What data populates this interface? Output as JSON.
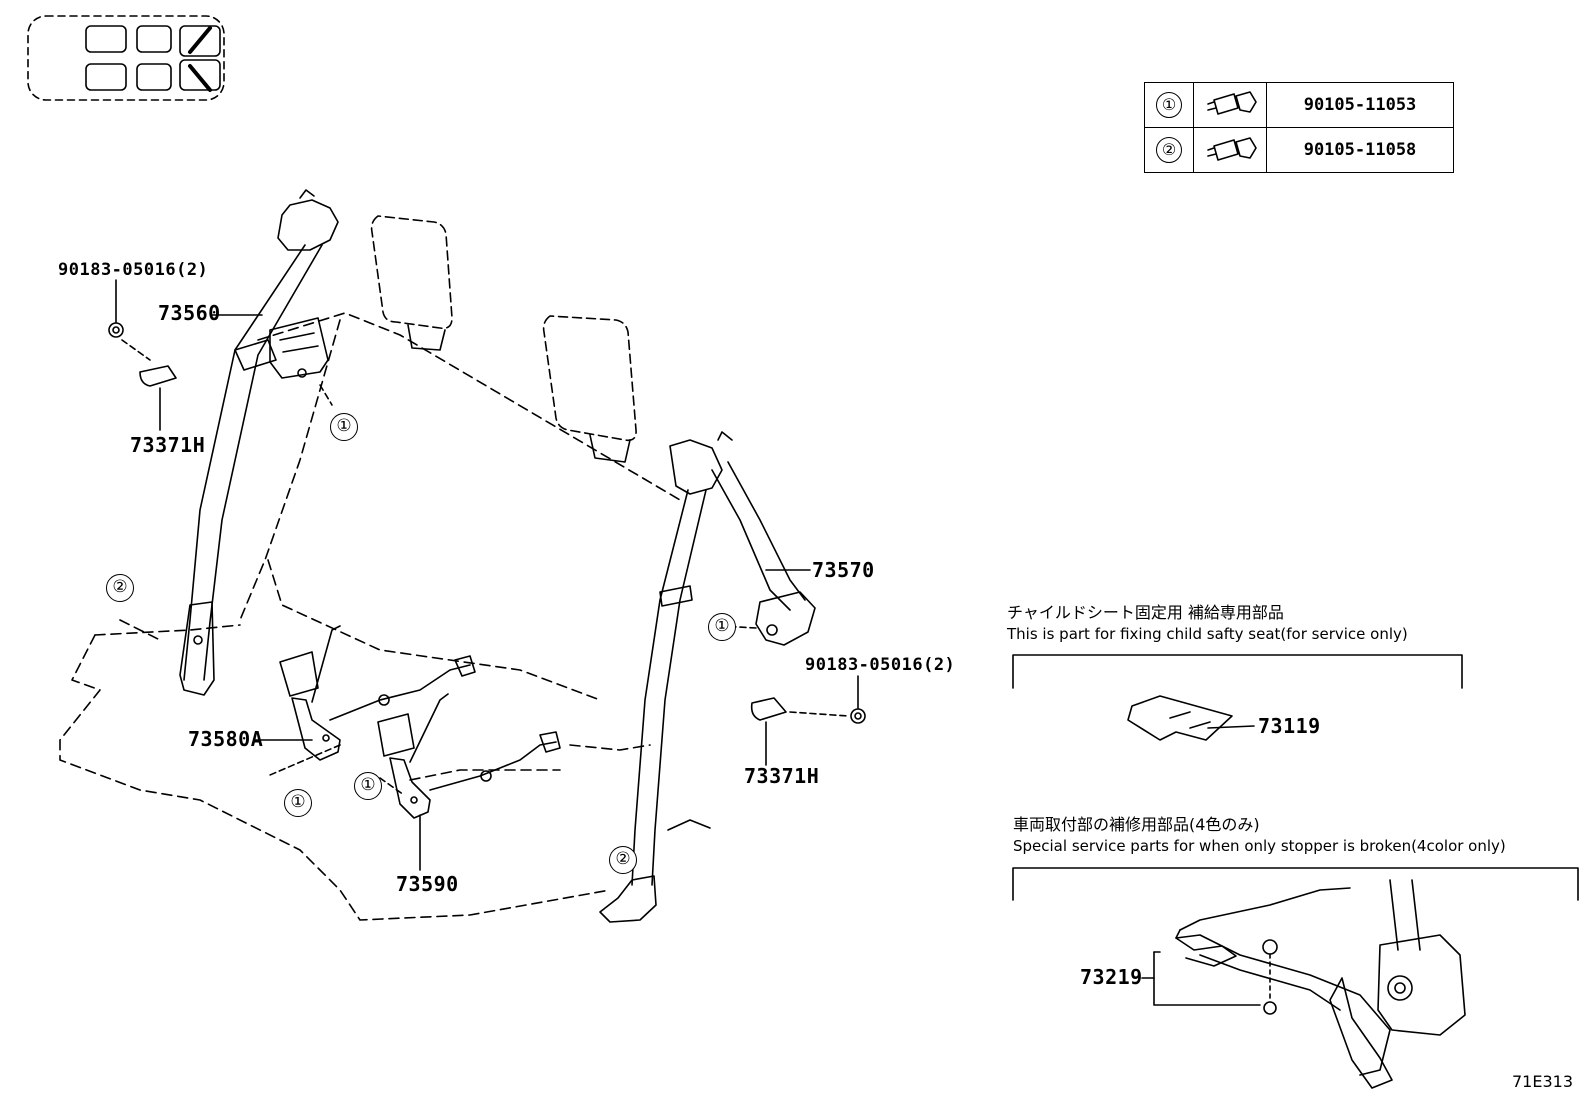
{
  "bolt_table": [
    {
      "ref": "①",
      "icon": "bolt-icon",
      "part_number": "90105-11053"
    },
    {
      "ref": "②",
      "icon": "bolt-icon",
      "part_number": "90105-11058"
    }
  ],
  "callouts": {
    "bolt_1": "①",
    "bolt_2": "②"
  },
  "parts": {
    "nut_left": "90183-05016(2)",
    "belt_rh_outer": "73560",
    "cover_left": "73371H",
    "belt_lh_outer": "73570",
    "nut_right": "90183-05016(2)",
    "cover_right": "73371H",
    "buckle_a": "73580A",
    "buckle_b": "73590",
    "child_seat_part": "73119",
    "stopper_part": "73219"
  },
  "notes": {
    "child_seat_jp": "チャイルドシート固定用 補給専用部品",
    "child_seat_en": "This is part for fixing child safty seat(for service only)",
    "stopper_jp": "車両取付部の補修用部品(4色のみ)",
    "stopper_en": "Special service parts for when only stopper is broken(4color only)"
  },
  "diagram_id": "71E313"
}
